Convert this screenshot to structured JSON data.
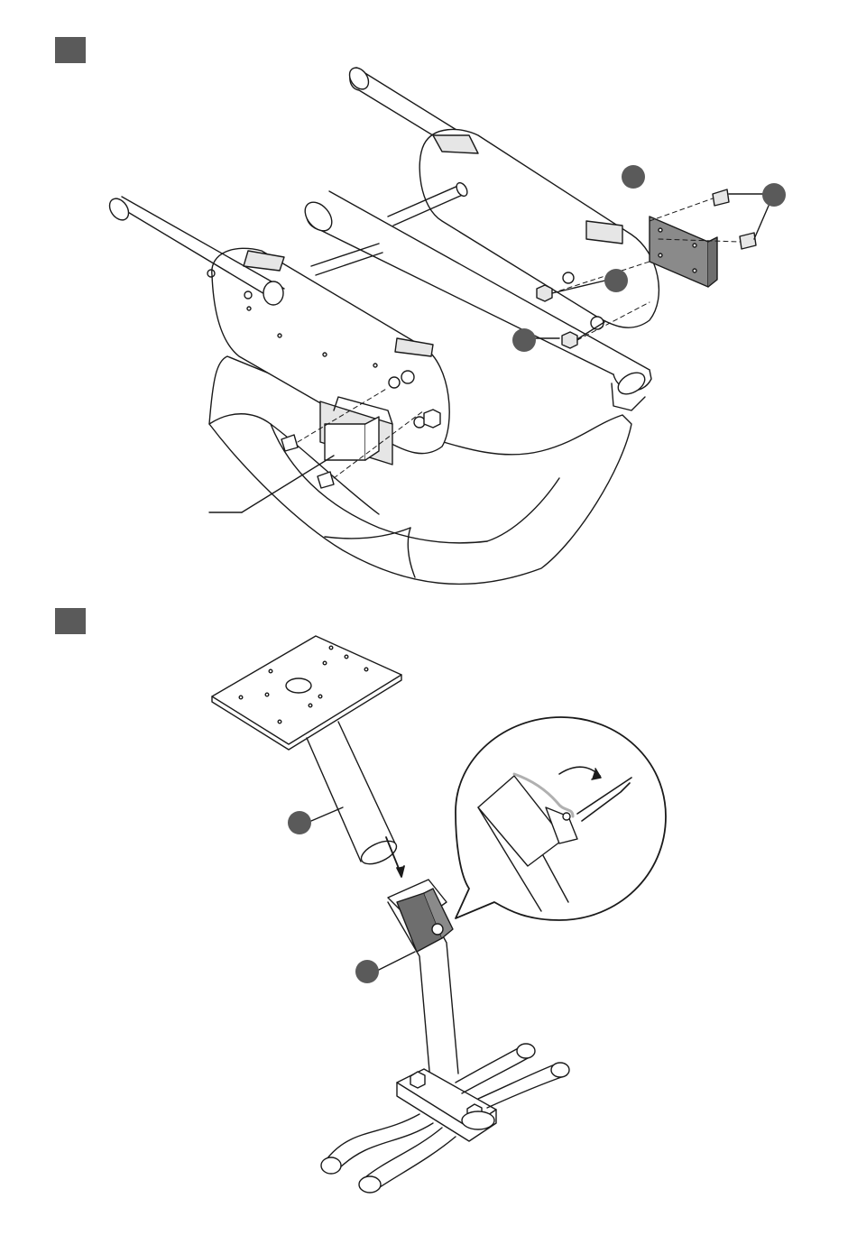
{
  "colors": {
    "step_marker": "#5a5a5a",
    "callout": "#5a5a5a",
    "line": "#1a1a1a",
    "plate_fill": "#e6e6e6",
    "bracket_fill": "#8a8a8a",
    "clamp_fill": "#6e6e6e"
  },
  "steps": [
    {
      "icon": "step-marker-square",
      "illustration": "seat-frame-bracket-assembly"
    },
    {
      "icon": "step-marker-square",
      "illustration": "wheel-stand-column-assembly"
    }
  ],
  "callouts": [
    "callout-bracket-right",
    "callout-screws",
    "callout-washers",
    "callout-nuts",
    "callout-column-tube",
    "callout-base-upright"
  ]
}
